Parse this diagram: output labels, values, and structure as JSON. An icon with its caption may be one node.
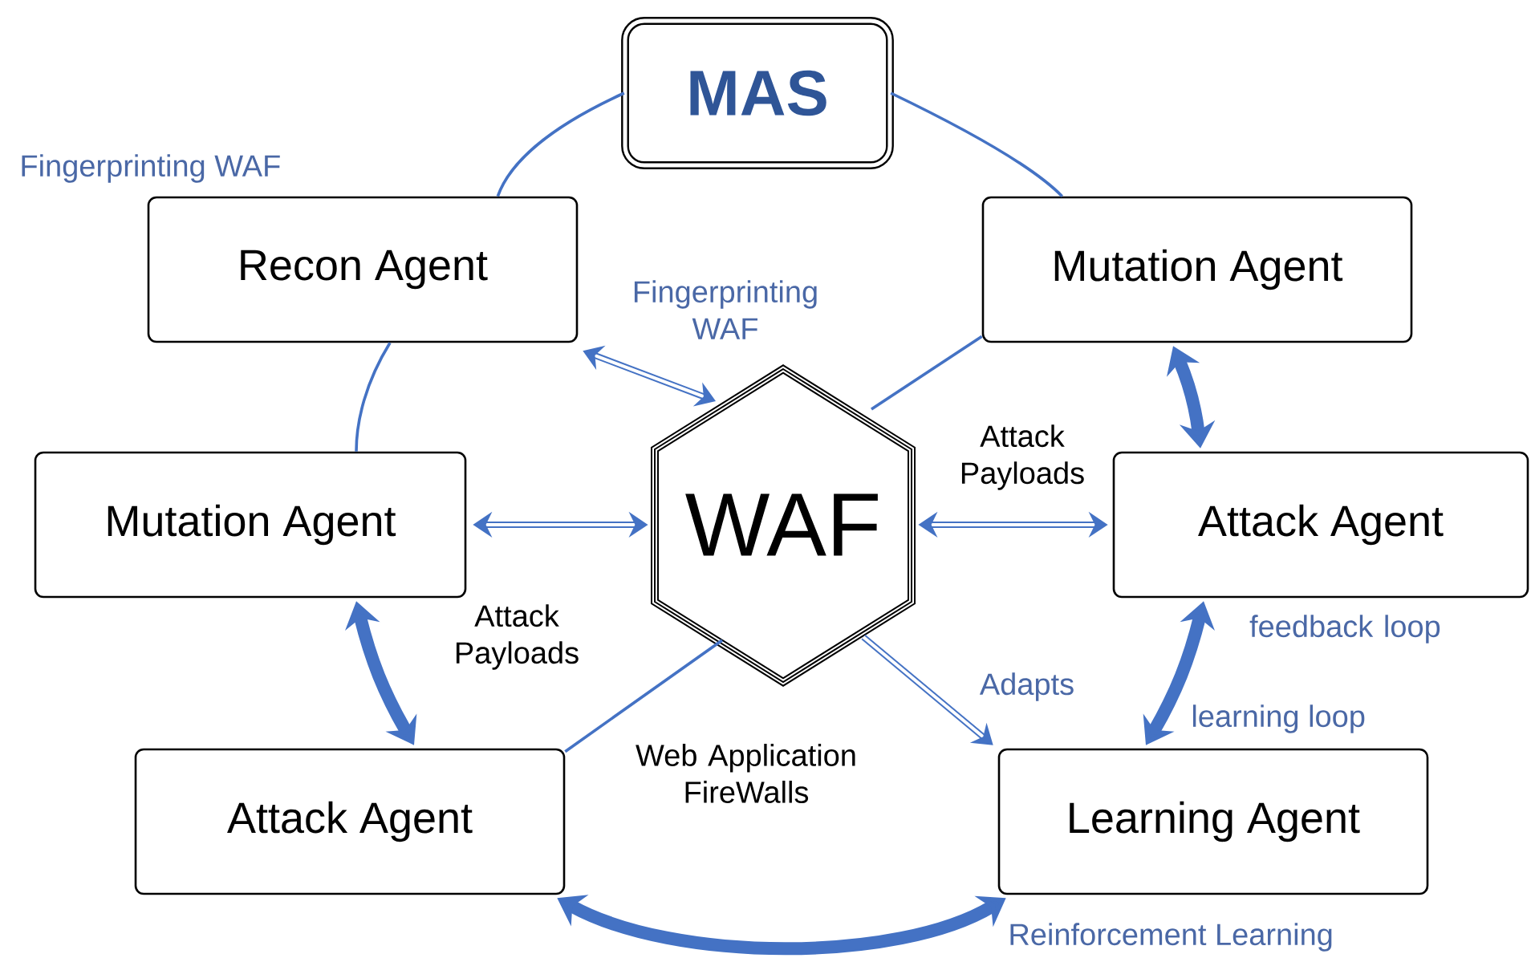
{
  "diagram": {
    "nodes": [
      {
        "text": [
          "MAS"
        ]
      },
      {
        "text": [
          "Recon Agent"
        ]
      },
      {
        "text": [
          "Mutation Agent"
        ]
      },
      {
        "text": [
          "Mutation Agent"
        ]
      },
      {
        "text": [
          "WAF"
        ],
        "beside": [
          "Web Application FireWalls"
        ]
      },
      {
        "text": [
          "Attack Agent"
        ],
        "beside": [
          "feedback loop"
        ]
      },
      {
        "text": [
          "Attack Agent"
        ]
      },
      {
        "text": [
          "Learning Agent"
        ]
      }
    ],
    "edges": [
      {
        "from": 0,
        "to": 1,
        "arrow": "none"
      },
      {
        "from": 0,
        "to": 2,
        "arrow": "none"
      },
      {
        "from": 1,
        "to": 3,
        "arrow": "none"
      },
      {
        "from": 2,
        "to": 4,
        "arrow": "none"
      },
      {
        "from": 6,
        "to": 4,
        "arrow": "none"
      },
      {
        "from": 1,
        "to": 4,
        "arrow": "both",
        "label": "Fingerprinting WAF"
      },
      {
        "from": 3,
        "to": 4,
        "arrow": "both"
      },
      {
        "from": 4,
        "to": 5,
        "arrow": "both",
        "label": "Attack Payloads"
      },
      {
        "from": 4,
        "to": 7,
        "arrow": "to",
        "label": "Adapts"
      },
      {
        "from": 2,
        "to": 5,
        "arrow": "both",
        "style": "thick"
      },
      {
        "from": 5,
        "to": 7,
        "arrow": "both",
        "style": "thick"
      },
      {
        "from": 3,
        "to": 6,
        "arrow": "both",
        "style": "thick",
        "label": "Attack Payloads"
      },
      {
        "from": 6,
        "to": 7,
        "arrow": "both",
        "style": "thick"
      }
    ],
    "labels": [
      "Fingerprinting WAF",
      "learning loop",
      "Reinforcement Learning"
    ]
  }
}
